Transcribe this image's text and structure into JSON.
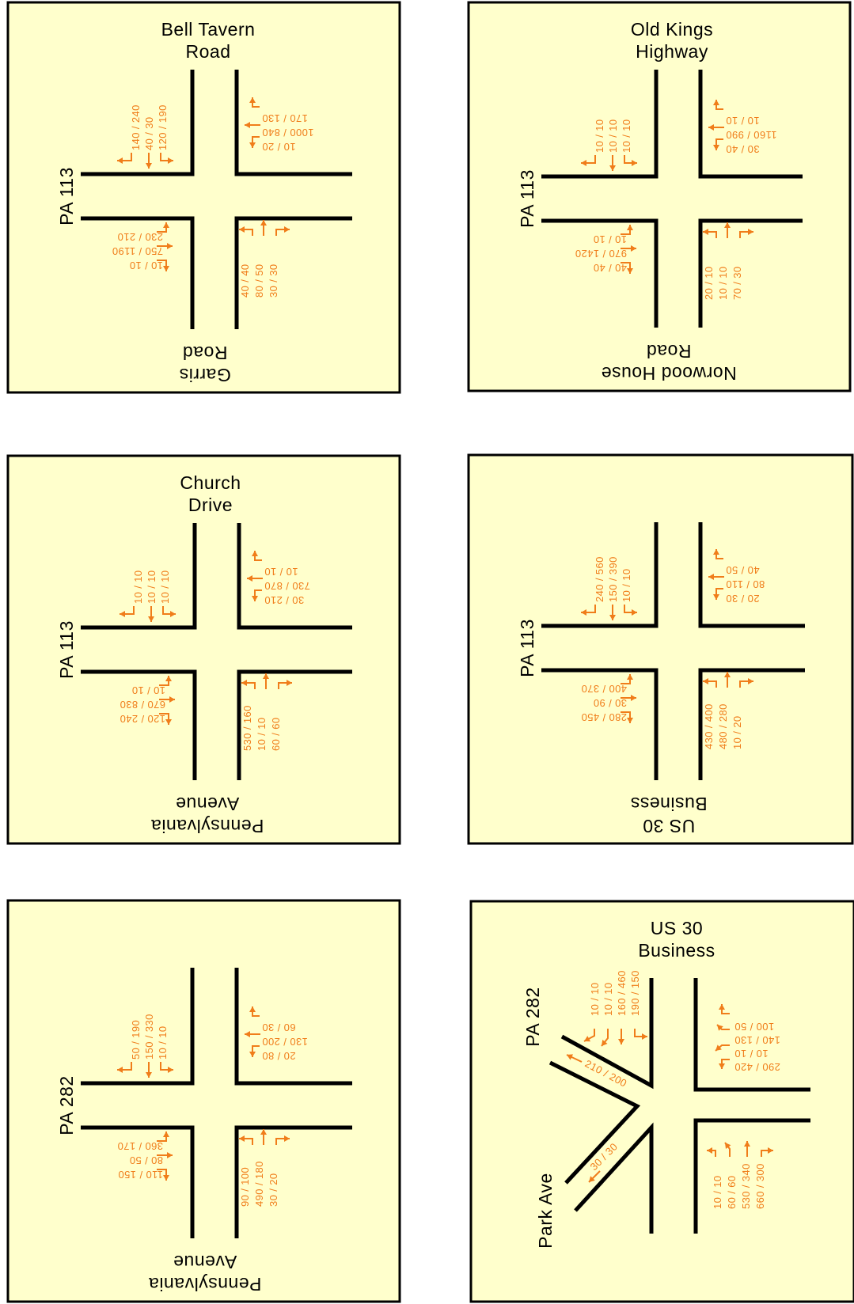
{
  "colors": {
    "panel": "#ffffcc",
    "volume": "#f07d1a",
    "road": "#000000"
  },
  "panels": [
    {
      "id": "bell-tavern",
      "north_name": [
        "Bell Tavern",
        "Road"
      ],
      "south_name": [
        "Garris",
        "Road"
      ],
      "west_name": "PA 113",
      "north_volumes": [
        "140 / 240",
        "40 / 30",
        "120 / 190"
      ],
      "east_volumes": [
        "170 / 130",
        "1000 / 840",
        "10 / 20"
      ],
      "west_volumes": [
        "230 / 210",
        "750 / 1190",
        "10 / 10"
      ],
      "south_volumes": [
        "40 / 40",
        "80 / 50",
        "30 / 30"
      ]
    },
    {
      "id": "old-kings",
      "north_name": [
        "Old Kings",
        "Highway"
      ],
      "south_name": [
        "Norwood House",
        "Road"
      ],
      "west_name": "PA 113",
      "north_volumes": [
        "10 / 10",
        "10 / 10",
        "10 / 10"
      ],
      "east_volumes": [
        "10 / 10",
        "1160 / 990",
        "30 / 40"
      ],
      "west_volumes": [
        "10 / 10",
        "970 / 1420",
        "40 / 40"
      ],
      "south_volumes": [
        "20 / 10",
        "10 / 10",
        "70 / 30"
      ]
    },
    {
      "id": "church-drive",
      "north_name": [
        "Church",
        "Drive"
      ],
      "south_name": [
        "Pennsylvania",
        "Avenue"
      ],
      "west_name": "PA 113",
      "north_volumes": [
        "10 / 10",
        "10 / 10",
        "10 / 10"
      ],
      "east_volumes": [
        "10 / 10",
        "730 / 870",
        "30 / 210"
      ],
      "west_volumes": [
        "10 / 10",
        "670 / 830",
        "120 / 240"
      ],
      "south_volumes": [
        "530 / 160",
        "10 / 10",
        "60 / 60"
      ]
    },
    {
      "id": "us30-pa113",
      "north_name": [
        "",
        ""
      ],
      "south_name": [
        "US 30",
        "Business"
      ],
      "west_name": "PA 113",
      "north_volumes": [
        "240 / 560",
        "150 / 390",
        "10 / 10"
      ],
      "east_volumes": [
        "40 / 50",
        "80 / 110",
        "20 / 30"
      ],
      "west_volumes": [
        "400 / 370",
        "30 / 90",
        "280 / 450"
      ],
      "south_volumes": [
        "430 / 400",
        "480 / 280",
        "10 / 20"
      ]
    },
    {
      "id": "pa282-penn",
      "north_name": [
        "",
        ""
      ],
      "south_name": [
        "Pennsylvania",
        "Avenue"
      ],
      "west_name": "PA 282",
      "north_volumes": [
        "50 / 190",
        "150 / 330",
        "10 / 10"
      ],
      "east_volumes": [
        "60 / 30",
        "130 / 200",
        "20 / 80"
      ],
      "west_volumes": [
        "360 / 170",
        "80 / 50",
        "110 / 150"
      ],
      "south_volumes": [
        "90 / 100",
        "490 / 180",
        "30 / 20"
      ]
    },
    {
      "id": "us30-pa282-park",
      "north_name": [
        "US 30",
        "Business"
      ],
      "pa282_name": "PA 282",
      "park_name": "Park Ave",
      "north_volumes": [
        "10 / 10",
        "10 / 10",
        "160 / 460",
        "190 / 150"
      ],
      "east_volumes": [
        "100 / 50",
        "140 / 130",
        "10 / 10",
        "290 / 420"
      ],
      "pa282_volume": "210 / 200",
      "park_volume": "30 / 30",
      "south_volumes": [
        "10 / 10",
        "60 / 60",
        "530 / 340",
        "660 / 300"
      ]
    }
  ]
}
